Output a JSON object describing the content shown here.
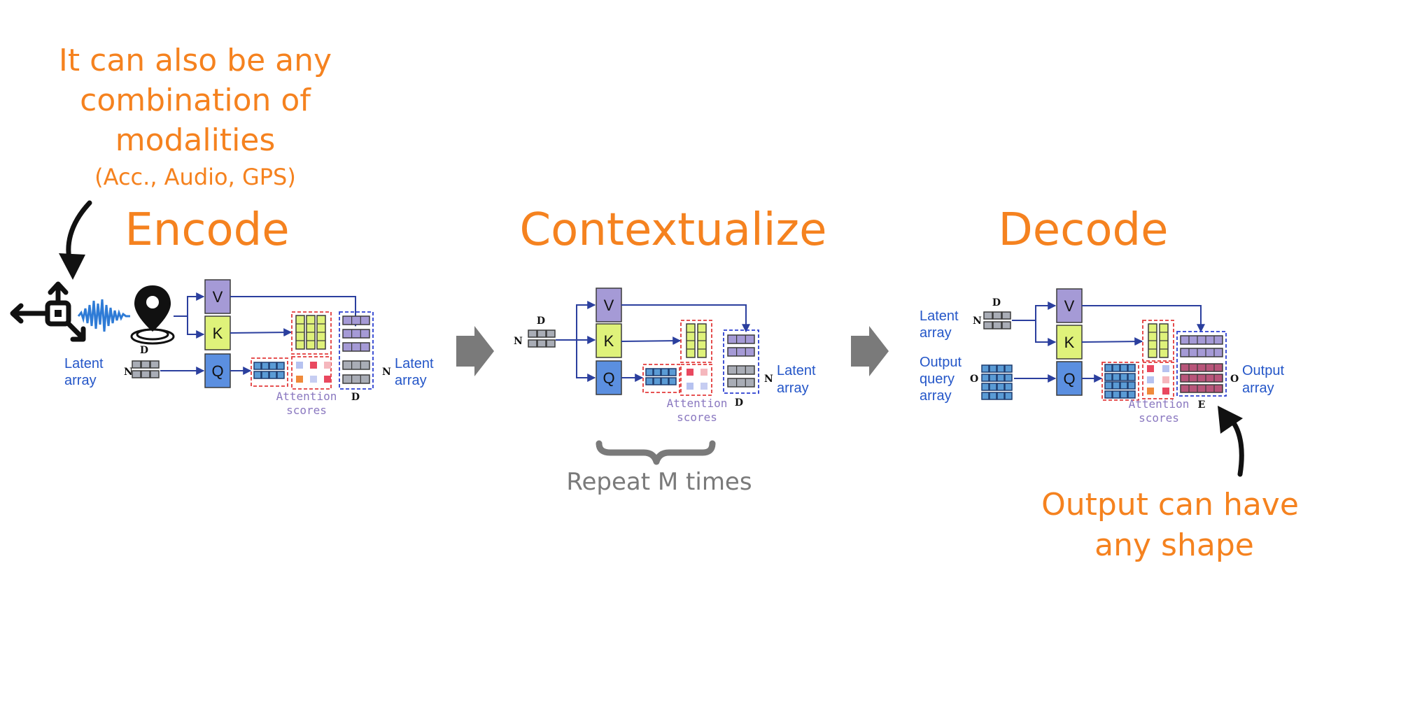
{
  "annotation_top": {
    "line1": "It can also be any",
    "line2": "combination of",
    "line3": "modalities",
    "line4": "(Acc., Audio, GPS)"
  },
  "annotation_bottom": {
    "line1": "Output can have",
    "line2": "any shape"
  },
  "stages": {
    "encode": "Encode",
    "contextualize": "Contextualize",
    "decode": "Decode"
  },
  "repeat_label": "Repeat M times",
  "labels": {
    "latent": "Latent",
    "array": "array",
    "output": "Output",
    "query": "query",
    "v": "V",
    "k": "K",
    "q": "Q",
    "attention": "Attention",
    "scores": "scores",
    "n": "N",
    "d": "D",
    "o": "O",
    "e": "E"
  },
  "colors": {
    "title_orange": "#f5821f",
    "v_purple": "#a59ad6",
    "k_green": "#dff27a",
    "q_blue": "#5b8fe0",
    "latent_gray": "#a9adb6",
    "query_blue": "#5a9bd5",
    "output_pink": "#b8557a",
    "link_blue": "#2b3f9e",
    "arrow_gray": "#7a7a7a"
  },
  "icons": [
    "accelerometer-icon",
    "audio-wave-icon",
    "gps-pin-icon"
  ]
}
